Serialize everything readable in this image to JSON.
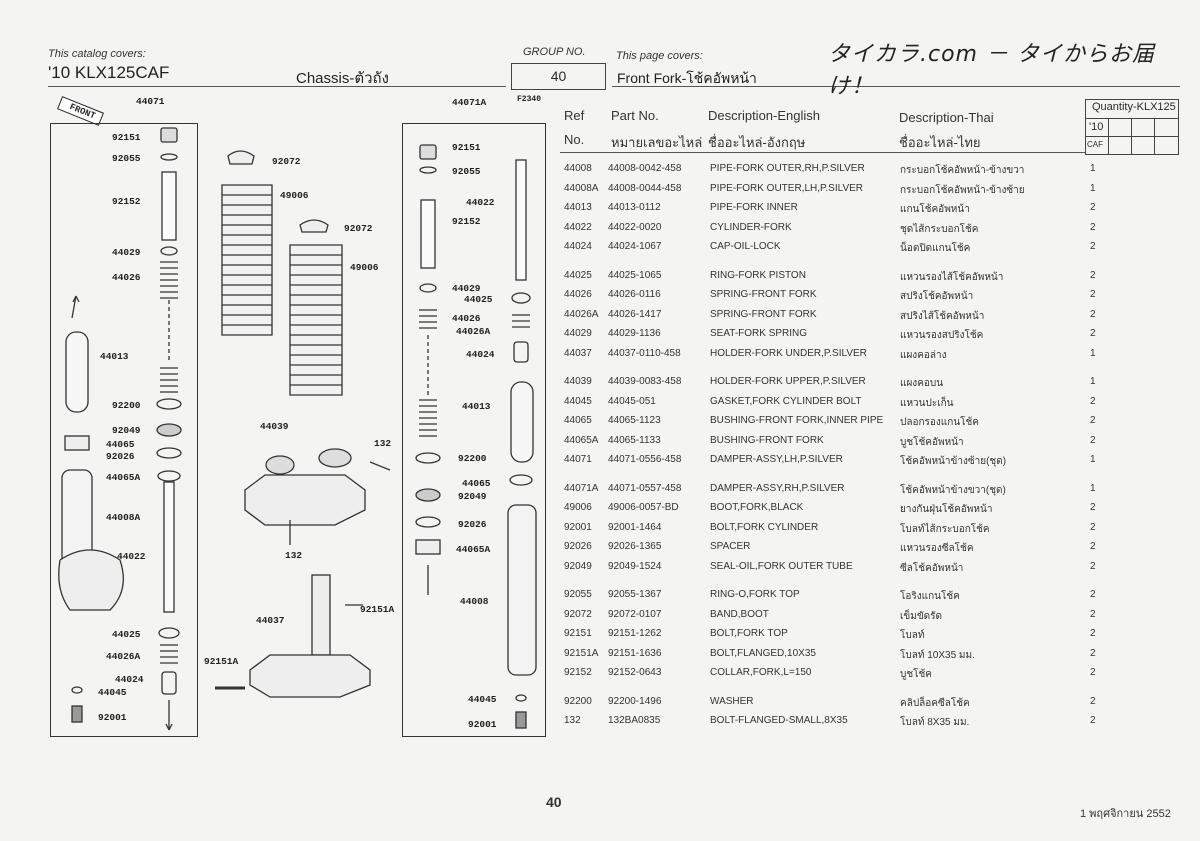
{
  "header": {
    "catalog_covers_label": "This catalog covers:",
    "model": "'10 KLX125CAF",
    "section": "Chassis-ตัวถัง",
    "group_no_label": "GROUP NO.",
    "group_no": "40",
    "page_covers_label": "This page covers:",
    "page_title": "Front Fork-โช้คอัพหน้า",
    "brand_text": "タイカラ.com － タイからお届け！"
  },
  "diagram": {
    "front_tag": "FRONT",
    "figure_code": "F2340",
    "labels_left": [
      "44071",
      "92151",
      "92055",
      "92152",
      "44029",
      "44026",
      "44013",
      "92200",
      "92049",
      "44065",
      "92026",
      "44065A",
      "44008A",
      "44022",
      "44025",
      "44026A",
      "44024",
      "44045",
      "92001"
    ],
    "labels_middle": [
      "92072",
      "49006",
      "92072",
      "49006",
      "44039",
      "132",
      "132",
      "92151A",
      "44037",
      "92151A"
    ],
    "labels_right": [
      "44071A",
      "92151",
      "92055",
      "44022",
      "92152",
      "44029",
      "44025",
      "44026",
      "44026A",
      "44024",
      "44013",
      "92200",
      "44065",
      "92049",
      "92026",
      "44065A",
      "44008",
      "44045",
      "92001"
    ]
  },
  "table": {
    "headers": {
      "ref": "Ref",
      "ref2": "No.",
      "part": "Part No.",
      "part2": "หมายเลขอะไหล่",
      "desc_en": "Description-English",
      "desc_en2": "ชื่ออะไหล่-อังกฤษ",
      "desc_th": "Description-Thai",
      "desc_th2": "ชื่ออะไหล่-ไทย",
      "qty": "Quantity-KLX125",
      "qty_year": "'10",
      "qty_model": "CAF"
    },
    "rows": [
      {
        "ref": "44008",
        "part": "44008-0042-458",
        "en": "PIPE-FORK OUTER,RH,P.SILVER",
        "th": "กระบอกโช้คอัพหน้า-ข้างขวา",
        "qty": "1"
      },
      {
        "ref": "44008A",
        "part": "44008-0044-458",
        "en": "PIPE-FORK OUTER,LH,P.SILVER",
        "th": "กระบอกโช้คอัพหน้า-ข้างซ้าย",
        "qty": "1"
      },
      {
        "ref": "44013",
        "part": "44013-0112",
        "en": "PIPE-FORK INNER",
        "th": "แกนโช้คอัพหน้า",
        "qty": "2"
      },
      {
        "ref": "44022",
        "part": "44022-0020",
        "en": "CYLINDER-FORK",
        "th": "ชุดไส้กระบอกโช้ค",
        "qty": "2"
      },
      {
        "ref": "44024",
        "part": "44024-1067",
        "en": "CAP-OIL-LOCK",
        "th": "น็อตปิดแกนโช้ค",
        "qty": "2"
      },
      {
        "ref": "44025",
        "part": "44025-1065",
        "en": "RING-FORK PISTON",
        "th": "แหวนรองไส้โช้คอัพหน้า",
        "qty": "2"
      },
      {
        "ref": "44026",
        "part": "44026-0116",
        "en": "SPRING-FRONT FORK",
        "th": "สปริงโช้คอัพหน้า",
        "qty": "2"
      },
      {
        "ref": "44026A",
        "part": "44026-1417",
        "en": "SPRING-FRONT FORK",
        "th": "สปริงไส้โช้คอัพหน้า",
        "qty": "2"
      },
      {
        "ref": "44029",
        "part": "44029-1136",
        "en": "SEAT-FORK SPRING",
        "th": "แหวนรองสปริงโช้ค",
        "qty": "2"
      },
      {
        "ref": "44037",
        "part": "44037-0110-458",
        "en": "HOLDER-FORK UNDER,P.SILVER",
        "th": "แผงคอล่าง",
        "qty": "1"
      },
      {
        "ref": "44039",
        "part": "44039-0083-458",
        "en": "HOLDER-FORK UPPER,P.SILVER",
        "th": "แผงคอบน",
        "qty": "1"
      },
      {
        "ref": "44045",
        "part": "44045-051",
        "en": "GASKET,FORK CYLINDER BOLT",
        "th": "แหวนปะเก็น",
        "qty": "2"
      },
      {
        "ref": "44065",
        "part": "44065-1123",
        "en": "BUSHING-FRONT FORK,INNER PIPE",
        "th": "ปลอกรองแกนโช้ค",
        "qty": "2"
      },
      {
        "ref": "44065A",
        "part": "44065-1133",
        "en": "BUSHING-FRONT FORK",
        "th": "บูชโช้คอัพหน้า",
        "qty": "2"
      },
      {
        "ref": "44071",
        "part": "44071-0556-458",
        "en": "DAMPER-ASSY,LH,P.SILVER",
        "th": "โช้คอัพหน้าข้างซ้าย(ชุด)",
        "qty": "1"
      },
      {
        "ref": "44071A",
        "part": "44071-0557-458",
        "en": "DAMPER-ASSY,RH,P.SILVER",
        "th": "โช้คอัพหน้าข้างขวา(ชุด)",
        "qty": "1"
      },
      {
        "ref": "49006",
        "part": "49006-0057-BD",
        "en": "BOOT,FORK,BLACK",
        "th": "ยางกันฝุ่นโช้คอัพหน้า",
        "qty": "2"
      },
      {
        "ref": "92001",
        "part": "92001-1464",
        "en": "BOLT,FORK CYLINDER",
        "th": "โบลท์ไส้กระบอกโช้ค",
        "qty": "2"
      },
      {
        "ref": "92026",
        "part": "92026-1365",
        "en": "SPACER",
        "th": "แหวนรองซีลโช้ค",
        "qty": "2"
      },
      {
        "ref": "92049",
        "part": "92049-1524",
        "en": "SEAL-OIL,FORK OUTER TUBE",
        "th": "ซีลโช้คอัพหน้า",
        "qty": "2"
      },
      {
        "ref": "92055",
        "part": "92055-1367",
        "en": "RING-O,FORK TOP",
        "th": "โอริงแกนโช้ค",
        "qty": "2"
      },
      {
        "ref": "92072",
        "part": "92072-0107",
        "en": "BAND,BOOT",
        "th": "เข็มขัดรัด",
        "qty": "2"
      },
      {
        "ref": "92151",
        "part": "92151-1262",
        "en": "BOLT,FORK TOP",
        "th": "โบลท์",
        "qty": "2"
      },
      {
        "ref": "92151A",
        "part": "92151-1636",
        "en": "BOLT,FLANGED,10X35",
        "th": "โบลท์ 10X35 มม.",
        "qty": "2"
      },
      {
        "ref": "92152",
        "part": "92152-0643",
        "en": "COLLAR,FORK,L=150",
        "th": "บูชโช้ค",
        "qty": "2"
      },
      {
        "ref": "92200",
        "part": "92200-1496",
        "en": "WASHER",
        "th": "คลิปล็อคซีลโช้ค",
        "qty": "2"
      },
      {
        "ref": "132",
        "part": "132BA0835",
        "en": "BOLT-FLANGED-SMALL,8X35",
        "th": "โบลท์ 8X35 มม.",
        "qty": "2"
      }
    ]
  },
  "footer": {
    "page_number": "40",
    "date": "1 พฤศจิกายน 2552"
  }
}
